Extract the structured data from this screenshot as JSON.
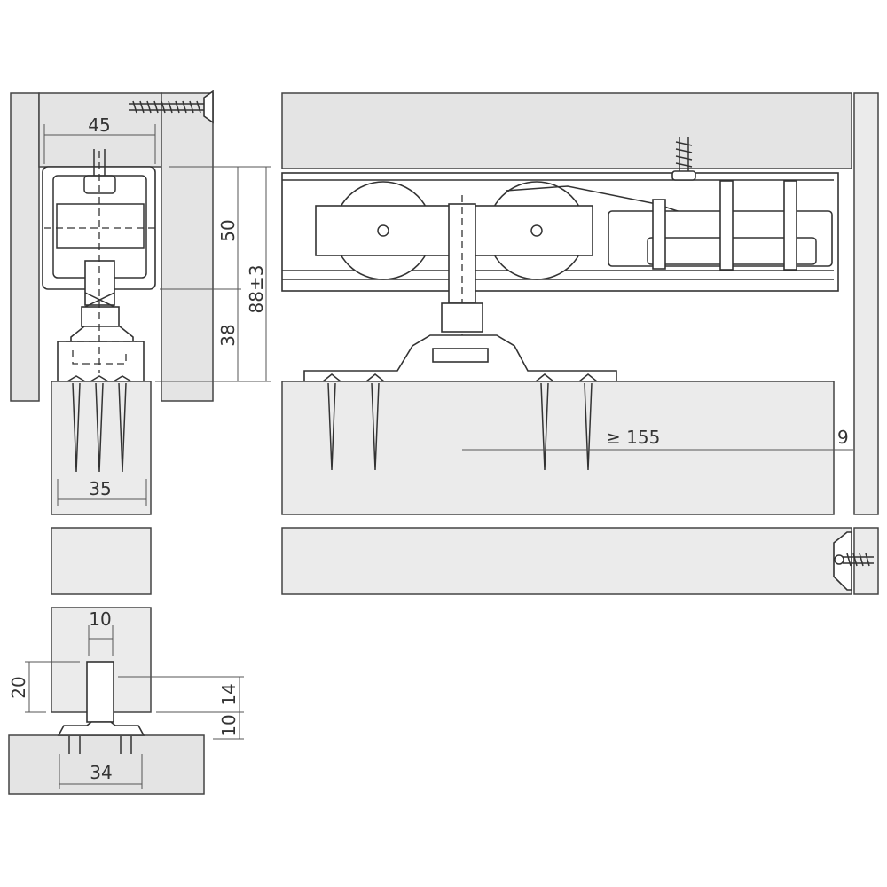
{
  "dimensions": {
    "top_width": "45",
    "upper_height": "50",
    "total_height": "88±3",
    "lower_height": "38",
    "door_width": "35",
    "edge_distance": "≥ 155",
    "side_gap": "9",
    "guide_width": "10",
    "groove_depth": "20",
    "guide_height": "14",
    "floor_gap": "10",
    "guide_base": "34"
  },
  "colors": {
    "fill": "#e4e4e4",
    "line": "#333333"
  }
}
